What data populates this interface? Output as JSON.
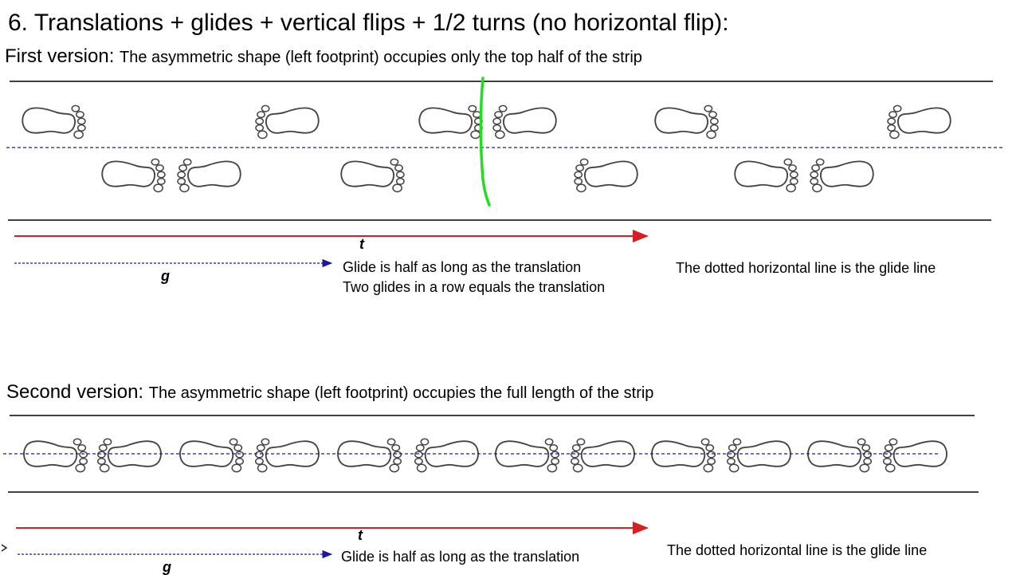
{
  "title": "6. Translations + glides + vertical flips + 1/2 turns (no horizontal flip):",
  "section1": {
    "heading_lead": "First version:",
    "heading_rest": "The asymmetric shape (left footprint) occupies only the top half of the strip",
    "translation_label": "t",
    "glide_label": "g",
    "glide_note_1": "Glide is half as long as the translation",
    "glide_note_2": "Two glides in a row equals the translation",
    "glide_line_note": "The dotted horizontal line is the glide line"
  },
  "section2": {
    "heading_lead": "Second version:",
    "heading_rest": "The asymmetric shape (left footprint) occupies the full length of the strip",
    "translation_label": "t",
    "glide_label": "g",
    "glide_note_1": "Glide is half as long as the translation",
    "glide_line_note": "The dotted horizontal line is the glide line"
  },
  "colors": {
    "translation_arrow": "#d42020",
    "glide_arrow": "#1a1aa0",
    "mirror_line": "#22dd22",
    "footprint_stroke": "#444444"
  },
  "icons": [
    "footprint-icon",
    "mirror-line",
    "translation-arrow",
    "glide-arrow"
  ]
}
